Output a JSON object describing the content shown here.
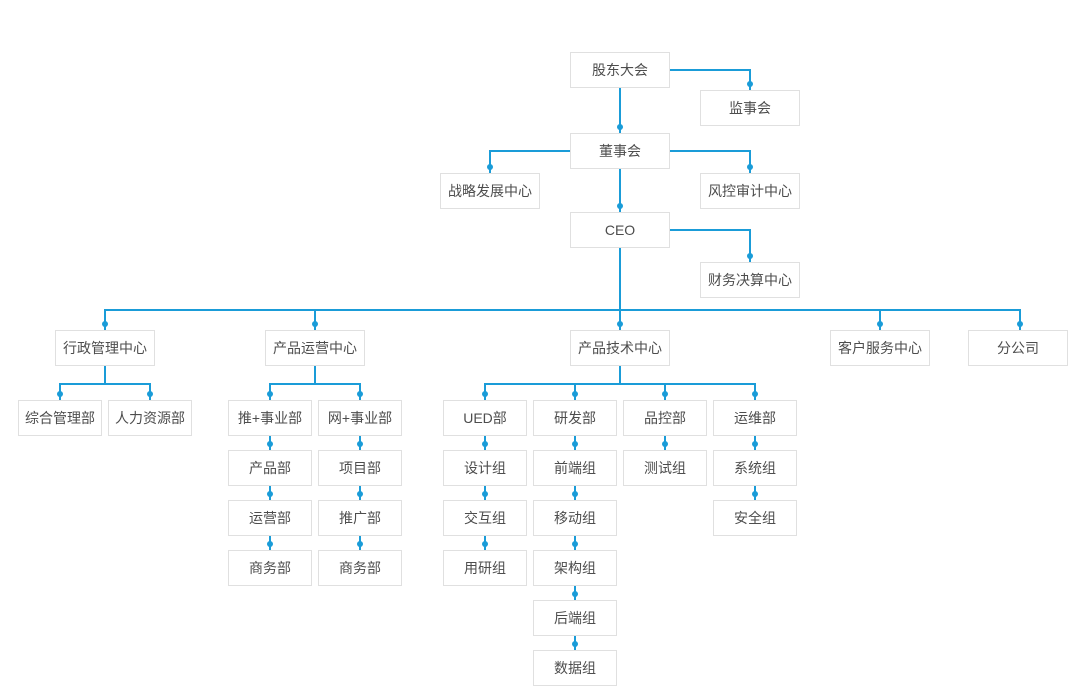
{
  "colors": {
    "connector": "#1a9cd8",
    "node_border": "#e0e0e0",
    "node_background": "#ffffff",
    "node_text": "#4d4d4d",
    "page_background": "#ffffff"
  },
  "org": {
    "shareholders": {
      "label": "股东大会"
    },
    "supervisory": {
      "label": "监事会"
    },
    "board": {
      "label": "董事会"
    },
    "strategy": {
      "label": "战略发展中心"
    },
    "risk_audit": {
      "label": "风控审计中心"
    },
    "ceo": {
      "label": "CEO"
    },
    "finance": {
      "label": "财务决算中心"
    },
    "admin_center": {
      "label": "行政管理中心"
    },
    "operation_center": {
      "label": "产品运营中心"
    },
    "tech_center": {
      "label": "产品技术中心"
    },
    "customer_center": {
      "label": "客户服务中心"
    },
    "branch": {
      "label": "分公司"
    },
    "general_mgmt": {
      "label": "综合管理部"
    },
    "hr": {
      "label": "人力资源部"
    },
    "tui_division": {
      "label": "推+事业部"
    },
    "wang_division": {
      "label": "网+事业部"
    },
    "product_dept": {
      "label": "产品部"
    },
    "operation_dept": {
      "label": "运营部"
    },
    "business_dept_1": {
      "label": "商务部"
    },
    "project_dept": {
      "label": "项目部"
    },
    "promotion_dept": {
      "label": "推广部"
    },
    "business_dept_2": {
      "label": "商务部"
    },
    "ued_dept": {
      "label": "UED部"
    },
    "rd_dept": {
      "label": "研发部"
    },
    "qc_dept": {
      "label": "品控部"
    },
    "ops_dept": {
      "label": "运维部"
    },
    "design_team": {
      "label": "设计组"
    },
    "interaction_team": {
      "label": "交互组"
    },
    "research_team": {
      "label": "用研组"
    },
    "frontend_team": {
      "label": "前端组"
    },
    "mobile_team": {
      "label": "移动组"
    },
    "architecture_team": {
      "label": "架构组"
    },
    "backend_team": {
      "label": "后端组"
    },
    "data_team": {
      "label": "数据组"
    },
    "testing_team": {
      "label": "测试组"
    },
    "system_team": {
      "label": "系统组"
    },
    "security_team": {
      "label": "安全组"
    }
  },
  "hierarchy": {
    "label": "股东大会",
    "children": [
      {
        "label": "监事会"
      },
      {
        "label": "董事会",
        "children": [
          {
            "label": "战略发展中心"
          },
          {
            "label": "风控审计中心"
          },
          {
            "label": "CEO",
            "children": [
              {
                "label": "财务决算中心"
              },
              {
                "label": "行政管理中心",
                "children": [
                  {
                    "label": "综合管理部"
                  },
                  {
                    "label": "人力资源部"
                  }
                ]
              },
              {
                "label": "产品运营中心",
                "children": [
                  {
                    "label": "推+事业部",
                    "children": [
                      {
                        "label": "产品部"
                      },
                      {
                        "label": "运营部"
                      },
                      {
                        "label": "商务部"
                      }
                    ]
                  },
                  {
                    "label": "网+事业部",
                    "children": [
                      {
                        "label": "项目部"
                      },
                      {
                        "label": "推广部"
                      },
                      {
                        "label": "商务部"
                      }
                    ]
                  }
                ]
              },
              {
                "label": "产品技术中心",
                "children": [
                  {
                    "label": "UED部",
                    "children": [
                      {
                        "label": "设计组"
                      },
                      {
                        "label": "交互组"
                      },
                      {
                        "label": "用研组"
                      }
                    ]
                  },
                  {
                    "label": "研发部",
                    "children": [
                      {
                        "label": "前端组"
                      },
                      {
                        "label": "移动组"
                      },
                      {
                        "label": "架构组"
                      },
                      {
                        "label": "后端组"
                      },
                      {
                        "label": "数据组"
                      }
                    ]
                  },
                  {
                    "label": "品控部",
                    "children": [
                      {
                        "label": "测试组"
                      }
                    ]
                  },
                  {
                    "label": "运维部",
                    "children": [
                      {
                        "label": "系统组"
                      },
                      {
                        "label": "安全组"
                      }
                    ]
                  }
                ]
              },
              {
                "label": "客户服务中心"
              },
              {
                "label": "分公司"
              }
            ]
          }
        ]
      }
    ]
  }
}
